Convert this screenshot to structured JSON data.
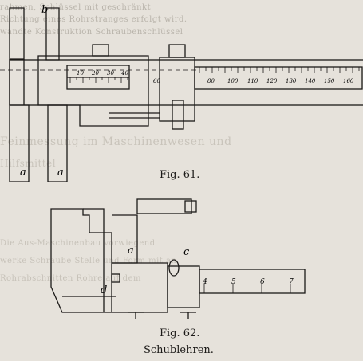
{
  "bleed_through": {
    "line1": "rahmen, Schlüssel mit geschränkt",
    "line2": "Richtung eines Rohrstranges erfolgt wird.",
    "line3": "wandte Konstruktion Schraubenschlüssel",
    "line4": "Feinmessung im Maschinenwesen und",
    "line5": "Hilfsmittel",
    "line6": "Die Aus-Maschinenbau vorwiegend",
    "line7": "werke Schraube Stelle und Form mit an",
    "line8": "Rohrabschnitten Rohre auf dem"
  },
  "figure61": {
    "caption": "Fig. 61.",
    "label_b": "b",
    "label_a_left": "a",
    "label_a_right": "a",
    "vernier_numbers": [
      "10",
      "20",
      "30",
      "40"
    ],
    "scale_numbers": [
      "60",
      "80",
      "100",
      "110",
      "120",
      "130",
      "140",
      "150",
      "160"
    ]
  },
  "figure62": {
    "caption": "Fig. 62.",
    "label_a": "a",
    "label_c": "c",
    "label_d": "d",
    "scale_numbers": [
      "4",
      "5",
      "6",
      "7"
    ]
  },
  "title": "Schublehren."
}
